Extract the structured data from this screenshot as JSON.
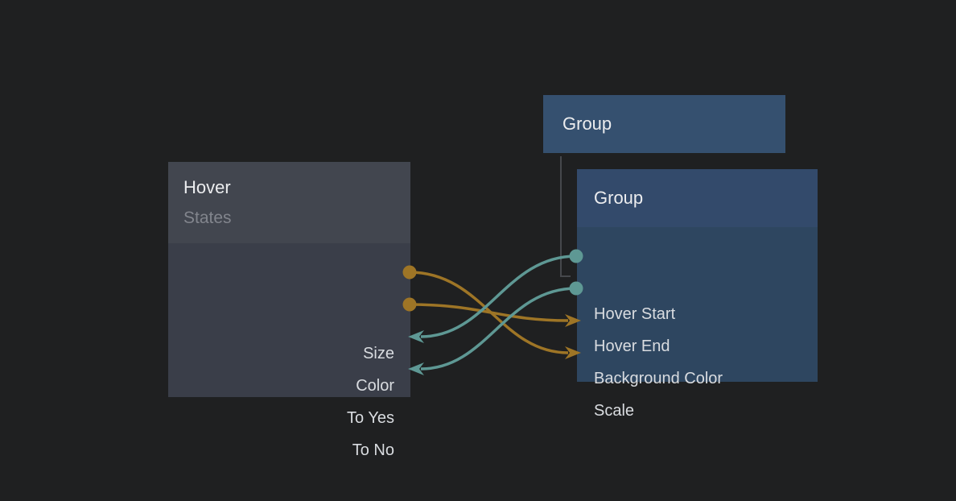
{
  "colors": {
    "background": "#1f2021",
    "node_gray_header": "#42464f",
    "node_gray_body": "#3a3e49",
    "node_blue_header": "#334a6b",
    "node_blue_body": "#2e4660",
    "node_blue_solo": "#35506f",
    "wire_gold": "#9e7526",
    "wire_teal": "#5e9894",
    "connector_gray": "#46484c",
    "title_text": "#ecedef",
    "subtitle_text": "#82858d",
    "port_text": "#d9dce0"
  },
  "nodes": {
    "hover": {
      "title": "Hover",
      "subtitle": "States",
      "ports": [
        {
          "label": "Size",
          "direction": "output",
          "connector": "dot",
          "color": "gold"
        },
        {
          "label": "Color",
          "direction": "output",
          "connector": "dot",
          "color": "gold"
        },
        {
          "label": "To Yes",
          "direction": "input",
          "connector": "arrow",
          "color": "teal"
        },
        {
          "label": "To No",
          "direction": "input",
          "connector": "arrow",
          "color": "teal"
        }
      ]
    },
    "group_parent": {
      "title": "Group"
    },
    "group": {
      "title": "Group",
      "ports": [
        {
          "label": "Hover Start",
          "direction": "output",
          "connector": "dot",
          "color": "teal"
        },
        {
          "label": "Hover End",
          "direction": "output",
          "connector": "dot",
          "color": "teal"
        },
        {
          "label": "Background Color",
          "direction": "input",
          "connector": "arrow",
          "color": "gold"
        },
        {
          "label": "Scale",
          "direction": "input",
          "connector": "arrow",
          "color": "gold"
        }
      ]
    }
  },
  "connections": [
    {
      "from_node": "Hover",
      "from_port": "Size",
      "to_node": "Group",
      "to_port": "Scale",
      "color": "gold"
    },
    {
      "from_node": "Hover",
      "from_port": "Color",
      "to_node": "Group",
      "to_port": "Background Color",
      "color": "gold"
    },
    {
      "from_node": "Group",
      "from_port": "Hover Start",
      "to_node": "Hover",
      "to_port": "To Yes",
      "color": "teal"
    },
    {
      "from_node": "Group",
      "from_port": "Hover End",
      "to_node": "Hover",
      "to_port": "To No",
      "color": "teal"
    }
  ],
  "group_link": {
    "from_node": "Group",
    "to_node": "Group"
  }
}
